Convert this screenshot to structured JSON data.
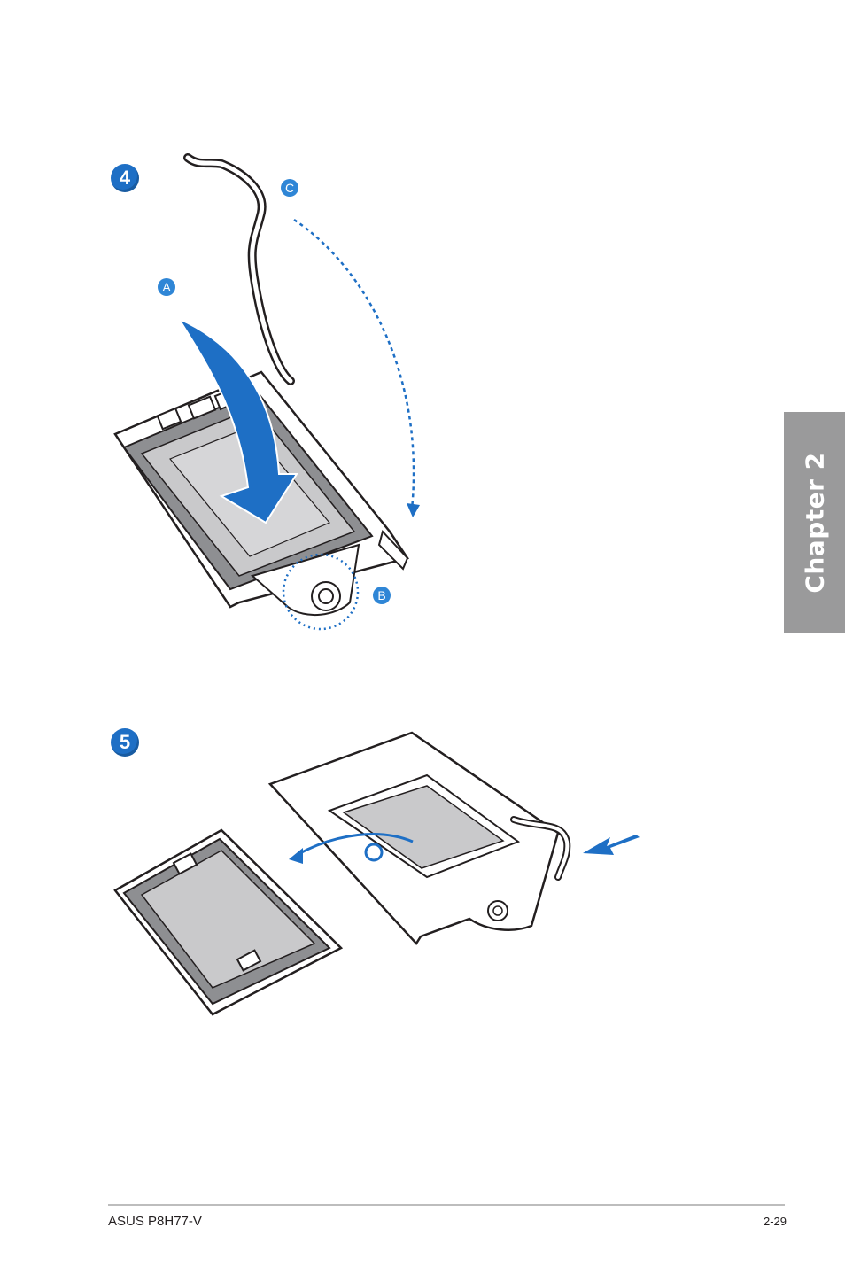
{
  "steps": [
    {
      "number": "4",
      "callouts": {
        "a": "A",
        "b": "B",
        "c": "C"
      }
    },
    {
      "number": "5"
    }
  ],
  "chapter_tab": {
    "label": "Chapter 2"
  },
  "footer": {
    "product": "ASUS P8H77-V",
    "page_number": "2-29"
  },
  "colors": {
    "accent_blue": "#1e6fc5",
    "tab_gray": "#9a9a9b",
    "line": "#231f20",
    "fill_gray": "#c9c9cb"
  }
}
